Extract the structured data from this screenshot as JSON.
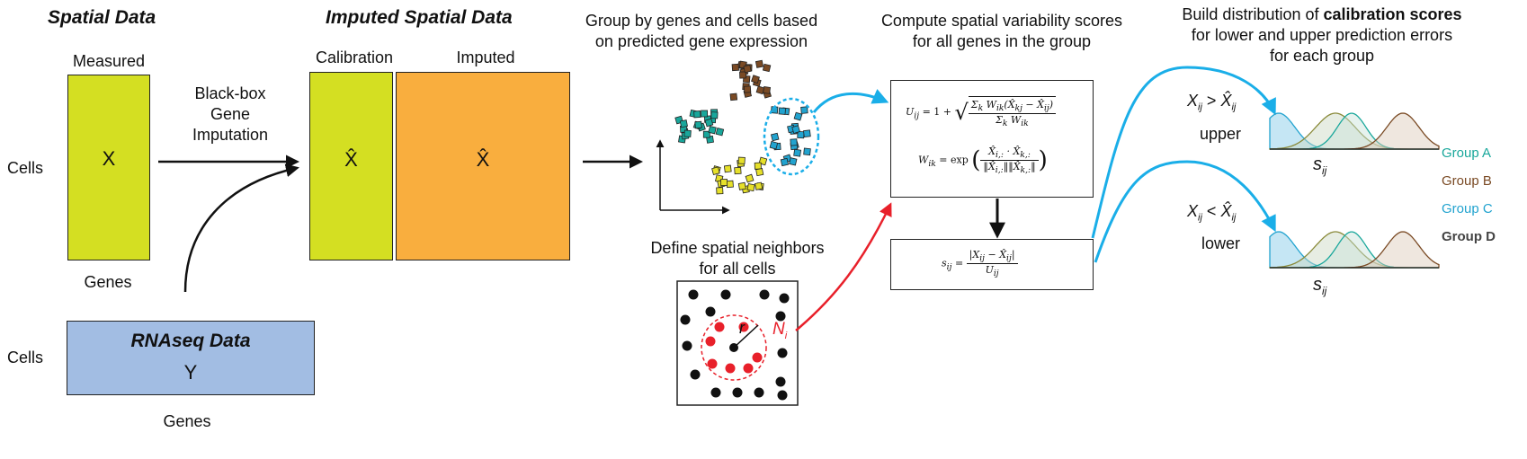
{
  "spatial": {
    "title": "Spatial Data",
    "measured": "Measured",
    "x": "X",
    "cells": "Cells",
    "genes": "Genes"
  },
  "rnaseq": {
    "title": "RNAseq Data",
    "y": "Y",
    "cells": "Cells",
    "genes": "Genes"
  },
  "blackbox": [
    "Black-box",
    "Gene",
    "Imputation"
  ],
  "imputed": {
    "title": "Imputed Spatial Data",
    "calibration": "Calibration",
    "imputed": "Imputed",
    "xhat": "X̂"
  },
  "group_step": [
    "Group by genes and cells based",
    "on predicted gene expression"
  ],
  "neighbors_step": [
    "Define spatial neighbors",
    "for all cells"
  ],
  "neighbors": {
    "r": "r",
    "n": "N",
    "n_sub": "i"
  },
  "svs_step": [
    "Compute spatial variability scores",
    "for all genes in the group"
  ],
  "dist_step": {
    "line1_pre": "Build distribution of ",
    "line1_bold": "calibration scores",
    "line2": "for lower and upper prediction errors",
    "line3": "for each group"
  },
  "equations": {
    "u_lhs": "U",
    "u_sub": "ij",
    "w_lhs": "W",
    "w_sub": "ik",
    "s_lhs": "s",
    "s_sub": "ij"
  },
  "upper": {
    "label": "upper",
    "ineq": ">"
  },
  "lower": {
    "label": "lower",
    "ineq": "<"
  },
  "s_axis": {
    "s": "s",
    "sub": "ij"
  },
  "groups": [
    {
      "name": "Group A",
      "color": "#19a79b"
    },
    {
      "name": "Group B",
      "color": "#7a4a24"
    },
    {
      "name": "Group C",
      "color": "#22a3cf"
    },
    {
      "name": "Group D",
      "color": "#444444"
    }
  ],
  "colors": {
    "green": "#d4df22",
    "orange": "#f9ae3e",
    "blue": "#a2bde3",
    "cyan_arrow": "#1aaee8",
    "red": "#e8202a"
  }
}
